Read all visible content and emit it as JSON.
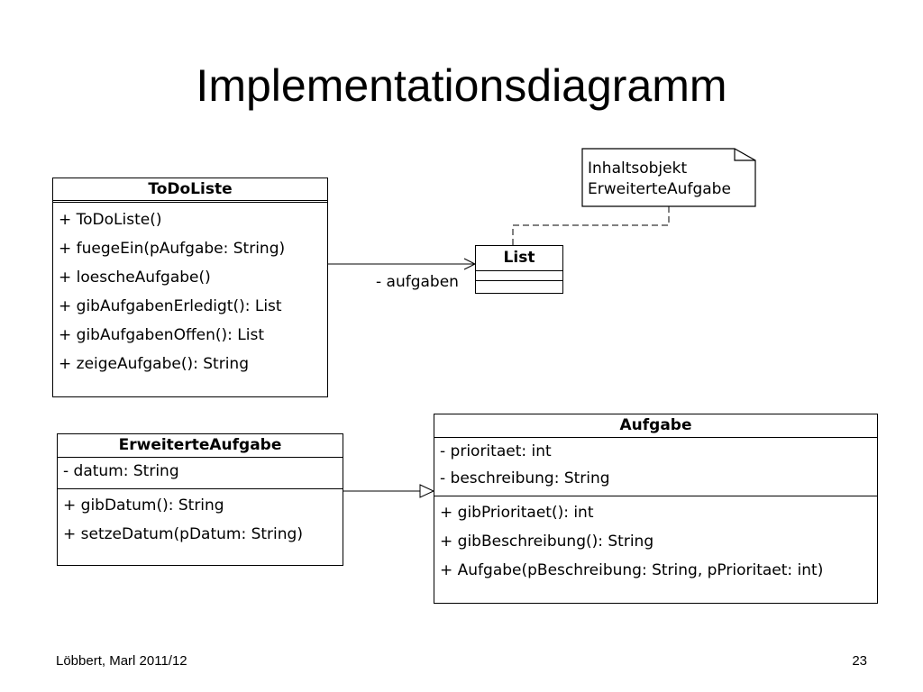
{
  "slide": {
    "title": "Implementationsdiagramm",
    "footer_left": "Löbbert, Marl 2011/12",
    "page_number": "23"
  },
  "diagram": {
    "todoliste": {
      "name": "ToDoListe",
      "methods": [
        "+ ToDoListe()",
        "+ fuegeEin(pAufgabe: String)",
        "+ loescheAufgabe()",
        "+ gibAufgabenErledigt(): List",
        "+ gibAufgabenOffen(): List",
        "+ zeigeAufgabe(): String"
      ]
    },
    "list": {
      "name": "List"
    },
    "note": {
      "lines": [
        "Inhaltsobjekt",
        "ErweiterteAufgabe"
      ]
    },
    "association_label": "- aufgaben",
    "erweiterteaufgabe": {
      "name": "ErweiterteAufgabe",
      "attributes": [
        "- datum: String"
      ],
      "methods": [
        "+ gibDatum(): String",
        "+ setzeDatum(pDatum: String)"
      ]
    },
    "aufgabe": {
      "name": "Aufgabe",
      "attributes": [
        "- prioritaet: int",
        "- beschreibung: String"
      ],
      "methods": [
        "+ gibPrioritaet(): int",
        "+ gibBeschreibung(): String",
        "+ Aufgabe(pBeschreibung: String, pPrioritaet: int)"
      ]
    }
  }
}
